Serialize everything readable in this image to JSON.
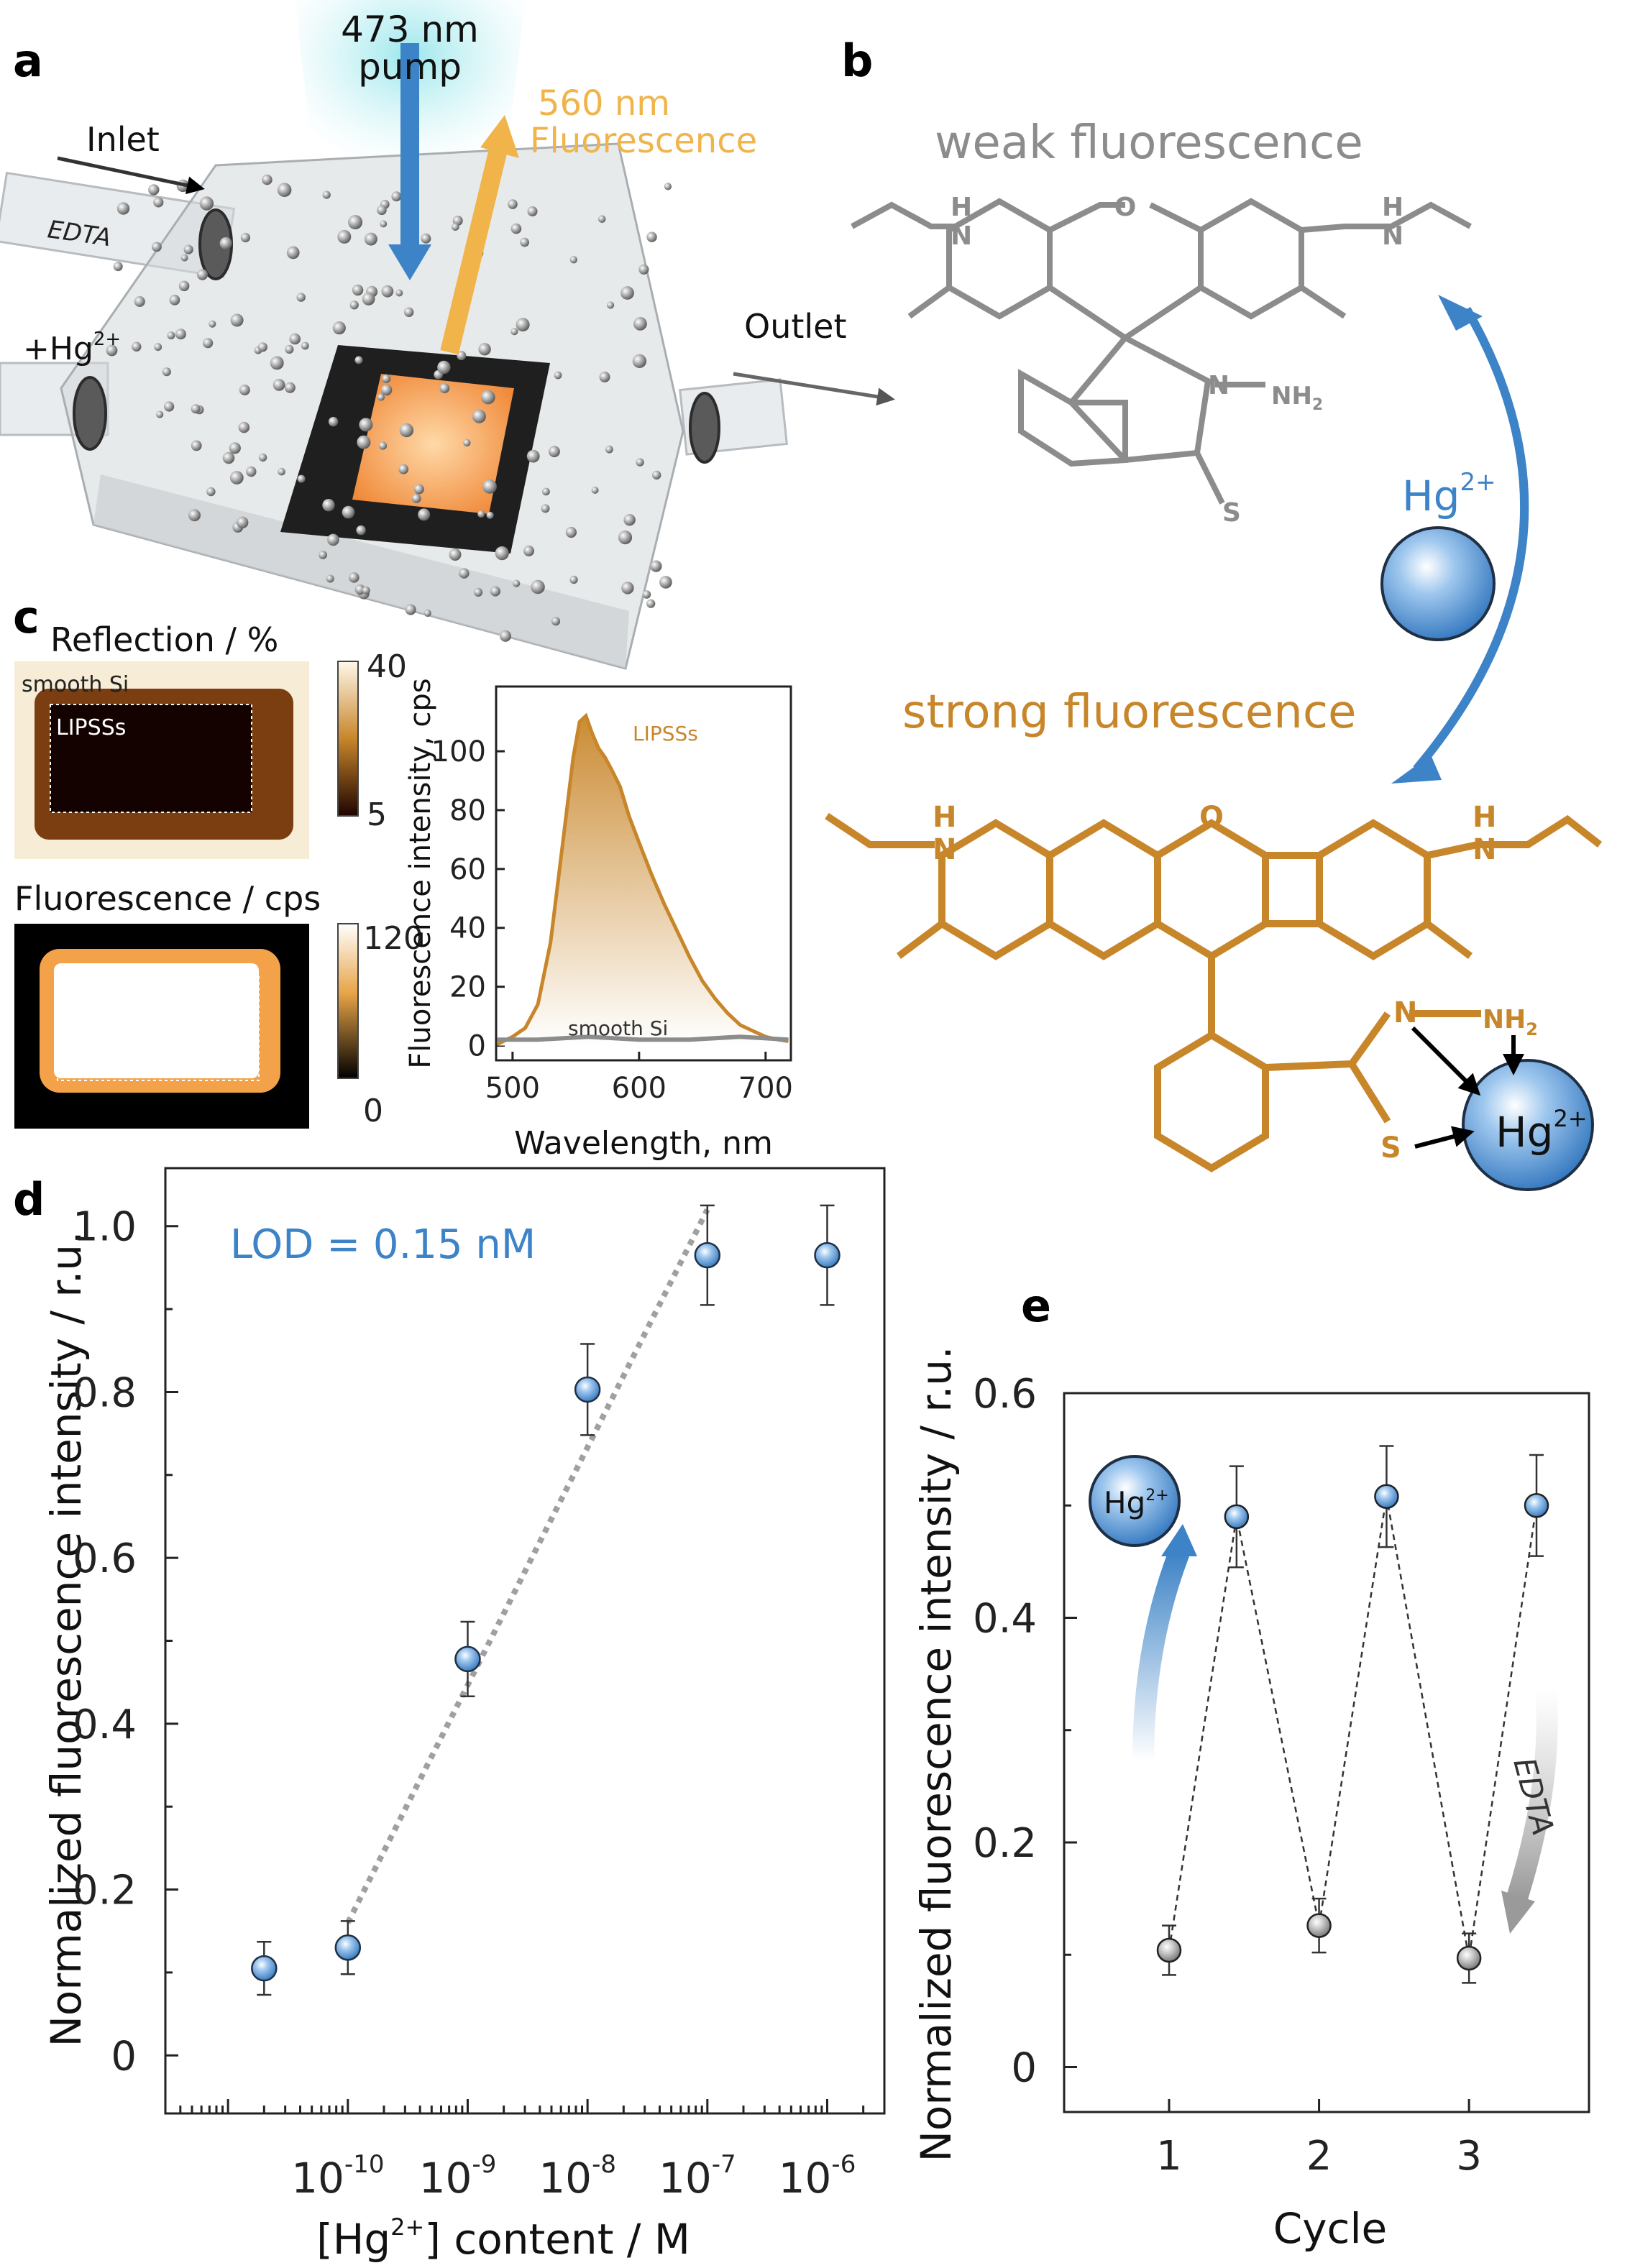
{
  "panel_labels": {
    "a": "a",
    "b": "b",
    "c": "c",
    "d": "d",
    "e": "e"
  },
  "panel_a": {
    "pump_line1": "473 nm",
    "pump_line2": "pump",
    "fluor_line1": "560 nm",
    "fluor_line2": "Fluorescence",
    "inlet": "Inlet",
    "edta": "EDTA",
    "hg_inlet": "+Hg",
    "hg_sup": "2+",
    "outlet": "Outlet"
  },
  "panel_b": {
    "weak": "weak fluorescence",
    "strong": "strong fluorescence",
    "hg": "Hg",
    "hg_sup": "2+",
    "mol_weak": {
      "h": "H",
      "n": "N",
      "o": "O",
      "n2": "N",
      "nh2": "NH",
      "nh2_sub": "2",
      "s": "S"
    },
    "mol_strong": {
      "h": "H",
      "n": "N",
      "o": "O",
      "n2": "N",
      "nh2": "NH",
      "nh2_sub": "2",
      "s": "S"
    },
    "colors": {
      "weak": "#8c8c8c",
      "strong": "#c8862a",
      "hg_blue": "#3d83c7"
    }
  },
  "panel_c": {
    "reflection_title": "Reflection / %",
    "reflection_smooth": "smooth Si",
    "reflection_lipss": "LIPSSs",
    "reflection_scale_max": "40",
    "reflection_scale_min": "5",
    "fluor_title": "Fluorescence / cps",
    "fluor_scale_max": "120",
    "fluor_scale_min": "0",
    "spectrum": {
      "ylabel": "Fluorescence intensity, cps",
      "xlabel": "Wavelength, nm",
      "series_lipss": "LIPSSs",
      "series_smooth": "smooth Si"
    }
  },
  "chart_data": [
    {
      "type": "line",
      "panel": "c",
      "xlabel": "Wavelength, nm",
      "ylabel": "Fluorescence intensity, cps",
      "xlim": [
        487,
        720
      ],
      "ylim": [
        -5,
        122
      ],
      "xticks": [
        "500",
        "600",
        "700"
      ],
      "yticks": [
        "0",
        "20",
        "40",
        "60",
        "80",
        "100"
      ],
      "series": [
        {
          "name": "LIPSSs",
          "color": "#c8862a",
          "x": [
            488,
            500,
            510,
            520,
            530,
            540,
            548,
            553,
            558,
            563,
            568,
            573,
            578,
            585,
            592,
            600,
            610,
            620,
            630,
            640,
            650,
            660,
            670,
            680,
            690,
            700,
            710,
            718
          ],
          "y": [
            0.5,
            3,
            6,
            14,
            35,
            70,
            98,
            110,
            112,
            106,
            101,
            98,
            94,
            88,
            78,
            69,
            58,
            48,
            39,
            30,
            22,
            16,
            11,
            7,
            5,
            3,
            2,
            1.5
          ]
        },
        {
          "name": "smooth Si",
          "color": "#8c8c8c",
          "x": [
            488,
            520,
            560,
            600,
            640,
            680,
            718
          ],
          "y": [
            2,
            2,
            3,
            2,
            2,
            3,
            2
          ]
        }
      ]
    },
    {
      "type": "scatter",
      "panel": "d",
      "title": "LOD = 0.15 nM",
      "xlabel": "[Hg2+] content / M",
      "ylabel": "Normalized fluorescence intensity / r.u.",
      "xscale": "log",
      "xlim": [
        3e-12,
        3e-06
      ],
      "ylim": [
        -0.07,
        1.07
      ],
      "yticks": [
        "0",
        "0.2",
        "0.4",
        "0.6",
        "0.8",
        "1.0"
      ],
      "xticks": [
        "10-10",
        "10-9",
        "10-8",
        "10-7",
        "10-6"
      ],
      "x": [
        2e-11,
        1e-10,
        1e-09,
        1e-08,
        1e-07,
        1e-06
      ],
      "y": [
        0.105,
        0.13,
        0.478,
        0.803,
        0.965,
        0.965
      ],
      "yerr": [
        0.032,
        0.032,
        0.045,
        0.055,
        0.06,
        0.06
      ],
      "fit_line": {
        "x": [
          1e-10,
          1e-07
        ],
        "y": [
          0.16,
          1.02
        ]
      }
    },
    {
      "type": "scatter",
      "panel": "e",
      "xlabel": "Cycle",
      "ylabel": "Normalized fluorescence intensity / r.u.",
      "xlim": [
        0.3,
        3.8
      ],
      "ylim": [
        -0.04,
        0.6
      ],
      "xticks": [
        "1",
        "2",
        "3"
      ],
      "yticks": [
        "0",
        "0.2",
        "0.4",
        "0.6"
      ],
      "x": [
        1,
        1.45,
        2,
        2.45,
        3,
        3.45
      ],
      "y": [
        0.104,
        0.49,
        0.126,
        0.508,
        0.097,
        0.5
      ],
      "yerr": [
        0.022,
        0.045,
        0.024,
        0.045,
        0.022,
        0.045
      ],
      "point_colors": [
        "gray",
        "blue",
        "gray",
        "blue",
        "gray",
        "blue"
      ],
      "annotations": {
        "hg": "Hg",
        "hg_sup": "2+",
        "edta": "EDTA"
      }
    }
  ],
  "axes_text": {
    "d_xlabel_pre": "[Hg",
    "d_xlabel_sup": "2+",
    "d_xlabel_post": "] content / M",
    "d_ylabel": "Normalized fluorescence intensity / r.u.",
    "e_xlabel": "Cycle",
    "e_ylabel": "Normalized fluorescence intensity / r.u.",
    "d_lod": "LOD = 0.15 nM",
    "d_xtick_base": "10",
    "d_xtick_exps": [
      "-10",
      "-9",
      "-8",
      "-7",
      "-6"
    ]
  }
}
